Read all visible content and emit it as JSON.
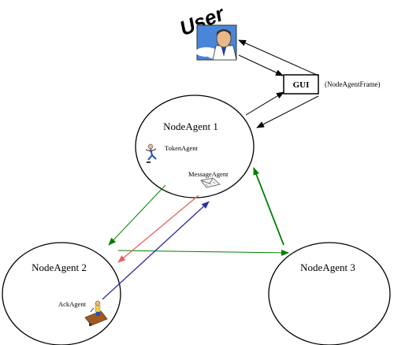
{
  "user": {
    "label": "User"
  },
  "gui": {
    "label": "GUI",
    "caption": "(NodeAgentFrame)"
  },
  "nodes": [
    {
      "id": "node1",
      "label": "NodeAgent 1"
    },
    {
      "id": "node2",
      "label": "NodeAgent 2"
    },
    {
      "id": "node3",
      "label": "NodeAgent 3"
    }
  ],
  "agents": {
    "token": "TokenAgent",
    "message": "MessageAgent",
    "ack": "AckAgent"
  },
  "colors": {
    "green": "#008000",
    "red": "#e86060",
    "blue": "#3030a0",
    "black": "#000000"
  }
}
